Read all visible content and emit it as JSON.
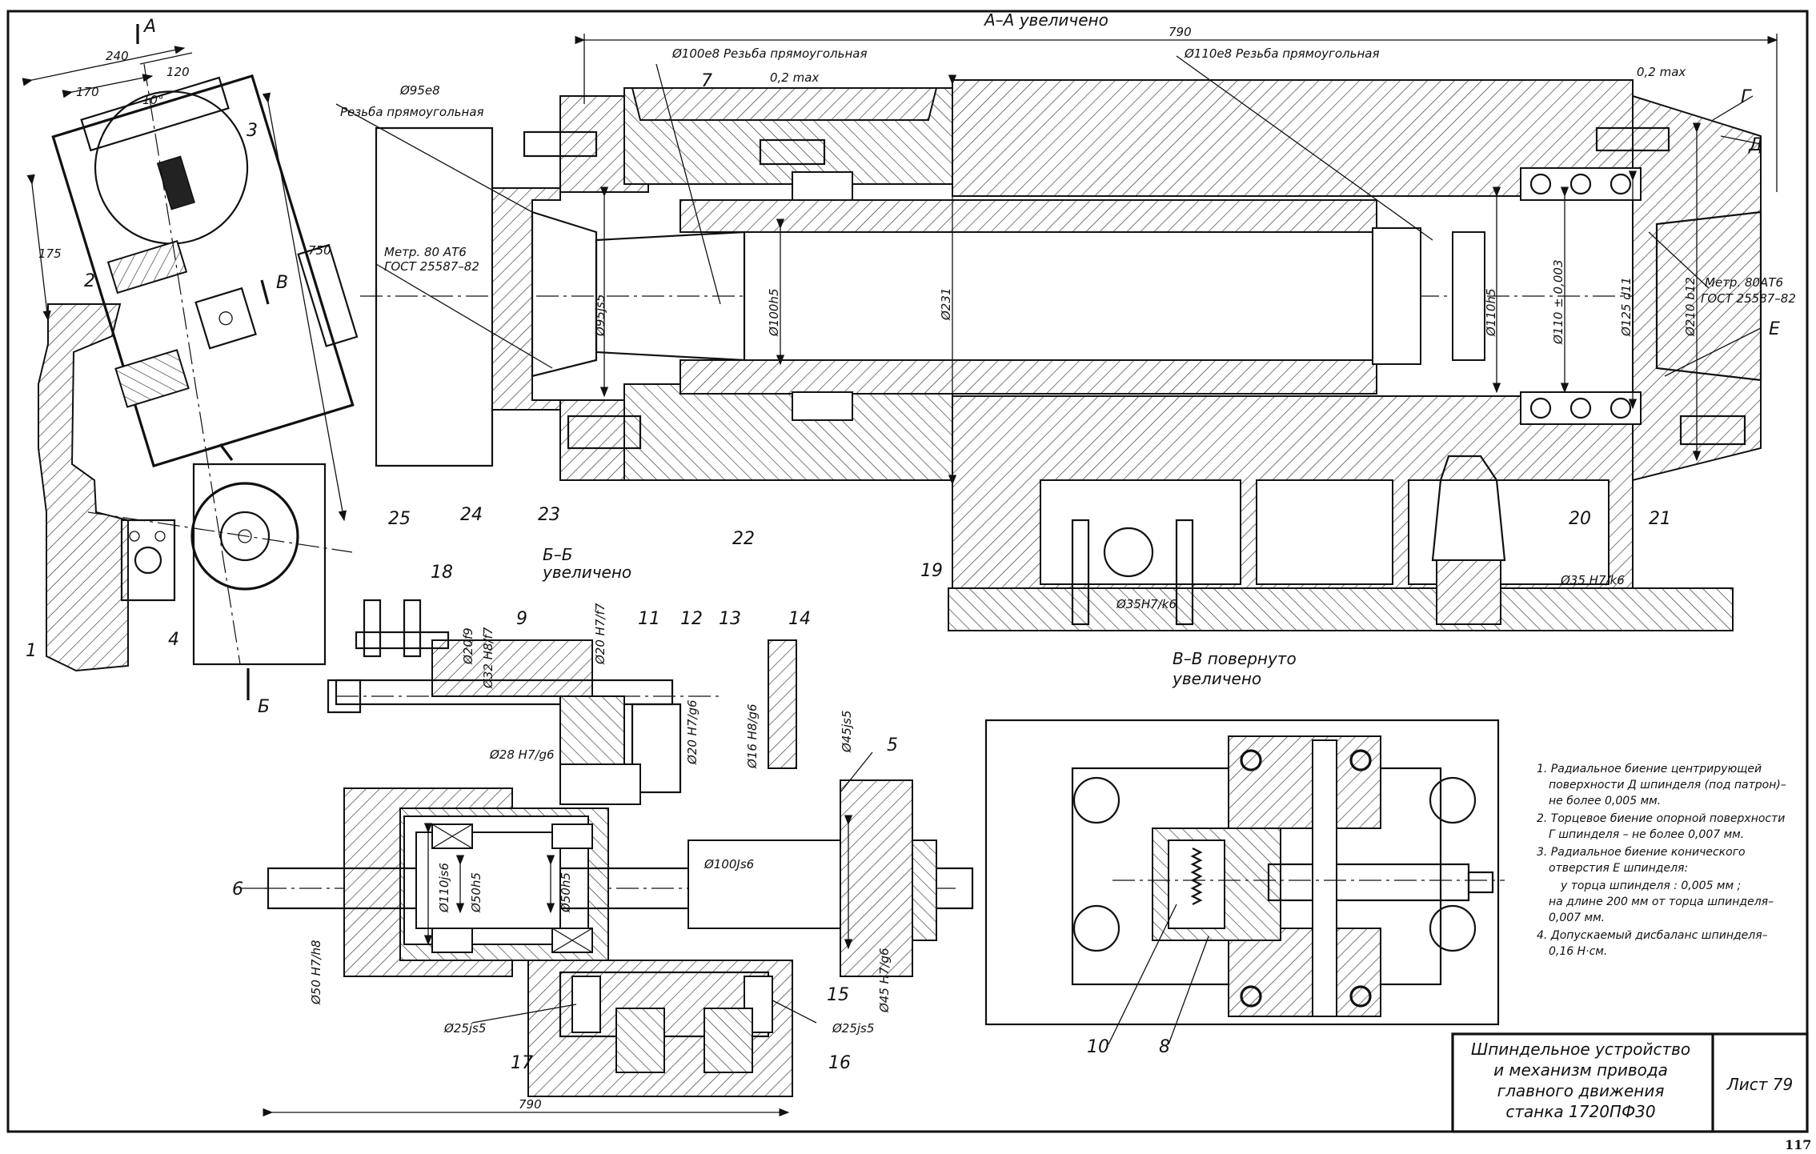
{
  "sections": {
    "aa": "А–А увеличено",
    "bb_1": "Б–Б",
    "bb_2": "увеличено",
    "vv_1": "В–В повернуто",
    "vv_2": "увеличено"
  },
  "cut_letters": {
    "A": "А",
    "B": "Б",
    "V": "В",
    "G": "Г",
    "D": "Д",
    "E": "Е"
  },
  "dimensions": {
    "d240": "240",
    "d120": "120",
    "d170": "170",
    "d10deg": "10°",
    "d175": "175",
    "d750": "750",
    "d790_top": "790",
    "d790_bottom": "790",
    "d100e8": "Ø100е8 Резьба прямоугольная",
    "d110e8": "Ø110е8 Резьба прямоугольная",
    "d95e8_1": "Ø95е8",
    "d95e8_2": "Резьба прямоугольная",
    "m80_left_1": "Метр. 80 АТ6",
    "m80_left_2": "ГОСТ 25587–82",
    "m80_right_1": "Метр. 80АТ6",
    "m80_right_2": "ГОСТ 25587–82",
    "tol02_left": "0,2 max",
    "tol02_right": "0,2 max",
    "d95js5": "Ø95js5",
    "d100h5": "Ø100h5",
    "d231": "Ø231",
    "d110h5": "Ø110h5",
    "d110pm": "Ø110 ± 0,003",
    "d125d11": "Ø125 d11",
    "d210b12": "Ø210 b12",
    "d35h7k6": "Ø35 H7/k6",
    "d35h7k6_sec": "Ø35H7/k6",
    "d20f9": "Ø20f9",
    "d32h8f7": "Ø32 H8/f7",
    "d20h7f7": "Ø20 H7/f7",
    "d28h7g6": "Ø28 H7/g6",
    "d20h7g6": "Ø20 H7/g6",
    "d16h8g6": "Ø16 H8/g6",
    "d45js5": "Ø45js5",
    "d110js6": "Ø110js6",
    "d50h5_a": "Ø50h5",
    "d50h5_b": "Ø50h5",
    "d100js6": "Ø100Js6",
    "d50h7h8": "Ø50 H7/h8",
    "d25js5_a": "Ø25js5",
    "d25js5_b": "Ø25js5",
    "d45h7g6": "Ø45 H7/g6"
  },
  "parts": [
    "1",
    "2",
    "3",
    "4",
    "5",
    "6",
    "7",
    "8",
    "9",
    "10",
    "11",
    "12",
    "13",
    "14",
    "15",
    "16",
    "17",
    "18",
    "19",
    "20",
    "21",
    "22",
    "23",
    "24",
    "25"
  ],
  "notes": [
    "1. Радиальное биение центрирующей",
    "поверхности Д шпинделя (под патрон)–",
    "не более 0,005 мм.",
    "2. Торцевое биение опорной поверхности",
    "Г шпинделя – не более 0,007 мм.",
    "3. Радиальное биение конического",
    "отверстия Е шпинделя:",
    "у торца шпинделя : 0,005 мм ;",
    "на длине 200 мм от торца шпинделя–",
    "0,007 мм.",
    "4. Допускаемый дисбаланс шпинделя–",
    "0,16 Н·см."
  ],
  "title_block": {
    "title_lines": [
      "Шпиндельное устройство",
      "и механизм привода",
      "главного движения",
      "станка 1720ПФ30"
    ],
    "sheet": "Лист 79"
  },
  "page_number": "117"
}
